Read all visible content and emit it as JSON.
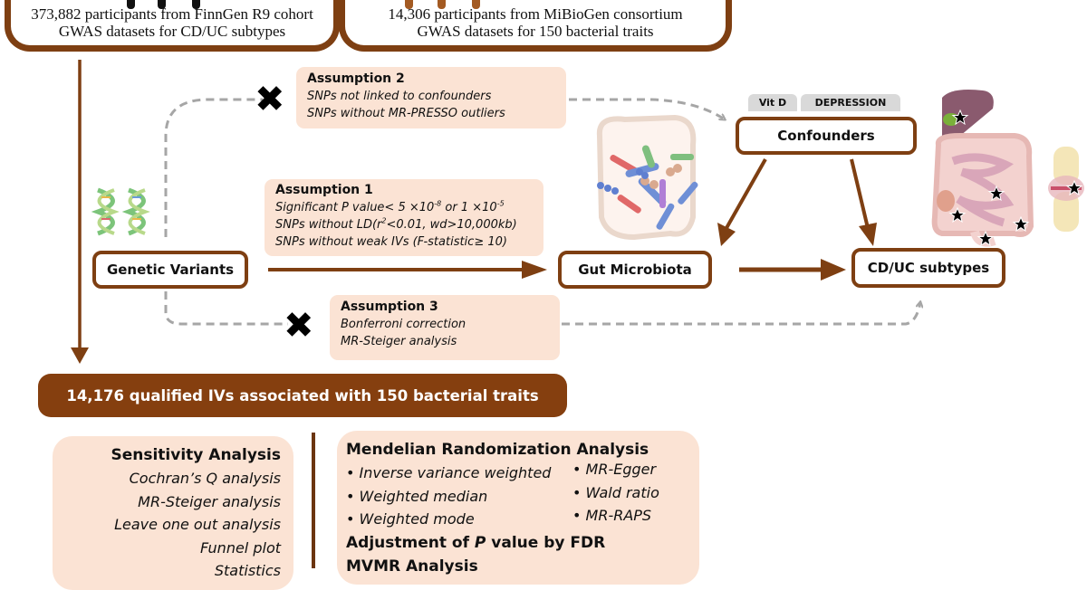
{
  "sources": {
    "finngen": {
      "line1": "373,882 participants from FinnGen R9 cohort",
      "line2": "GWAS datasets for CD/UC subtypes"
    },
    "mibiogen": {
      "line1": "14,306 participants from  MiBioGen consortium",
      "line2": "GWAS datasets for  150 bacterial traits"
    }
  },
  "assumptions": {
    "a1": {
      "title": "Assumption 1",
      "line1_pre": "Significant P value< 5 ×10",
      "line1_sup1": "-8",
      "line1_mid": " or 1 ×10",
      "line1_sup2": "-5",
      "line2_pre": "SNPs without LD(r",
      "line2_sup": "2",
      "line2_post": "<0.01, wd>10,000kb)",
      "line3": "SNPs without weak IVs (F-statistic≥ 10)"
    },
    "a2": {
      "title": "Assumption 2",
      "line1": "SNPs not linked to confounders",
      "line2": "SNPs without MR-PRESSO outliers"
    },
    "a3": {
      "title": "Assumption 3",
      "line1": "Bonferroni correction",
      "line2": "MR-Steiger analysis"
    }
  },
  "nodes": {
    "genetic_variants": "Genetic Variants",
    "gut_microbiota": "Gut Microbiota",
    "cd_uc": "CD/UC subtypes",
    "confounders": "Confounders"
  },
  "confounder_tags": [
    "Vit D",
    "DEPRESSION"
  ],
  "violation_marks": [
    "✖",
    "✖"
  ],
  "banner": "14,176 qualified IVs associated with 150 bacterial traits",
  "sensitivity": {
    "title": "Sensitivity Analysis",
    "items": [
      "Cochran’s Q analysis",
      "MR-Steiger analysis",
      "Leave one out analysis",
      "Funnel plot",
      "Statistics"
    ]
  },
  "mr_analysis": {
    "title": "Mendelian Randomization Analysis",
    "left_methods": [
      "• Inverse variance weighted",
      "• Weighted median",
      "• Weighted mode"
    ],
    "right_methods": [
      "• MR-Egger",
      "• Wald ratio",
      "• MR-RAPS"
    ],
    "fdr_pre": "Adjustment of ",
    "fdr_italic": "P",
    "fdr_post": " value by FDR",
    "mvmr": "MVMR Analysis"
  },
  "colors": {
    "brown": "#7e3f12",
    "banner": "#853f0f",
    "panel": "#fbe3d4",
    "dashed": "#a6a6a6",
    "tag": "#d9d9d9"
  }
}
